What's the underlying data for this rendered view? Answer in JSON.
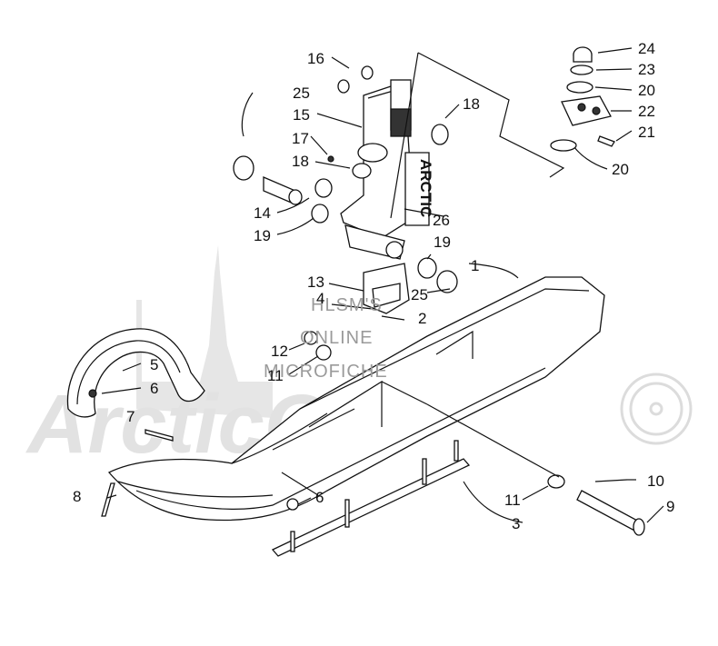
{
  "watermark": {
    "brand": "ArcticCat",
    "overlay_lines": [
      "HLSM'S",
      "ONLINE",
      "MICROFICHE"
    ]
  },
  "stamp_text": "ARCTIC",
  "callouts": [
    {
      "id": "c1",
      "text": "1"
    },
    {
      "id": "c2",
      "text": "2"
    },
    {
      "id": "c3",
      "text": "3"
    },
    {
      "id": "c4",
      "text": "4"
    },
    {
      "id": "c5",
      "text": "5"
    },
    {
      "id": "c6a",
      "text": "6"
    },
    {
      "id": "c6b",
      "text": "6"
    },
    {
      "id": "c7",
      "text": "7"
    },
    {
      "id": "c8",
      "text": "8"
    },
    {
      "id": "c9",
      "text": "9"
    },
    {
      "id": "c10",
      "text": "10"
    },
    {
      "id": "c11a",
      "text": "11"
    },
    {
      "id": "c11b",
      "text": "11"
    },
    {
      "id": "c12",
      "text": "12"
    },
    {
      "id": "c13",
      "text": "13"
    },
    {
      "id": "c14",
      "text": "14"
    },
    {
      "id": "c15",
      "text": "15"
    },
    {
      "id": "c16",
      "text": "16"
    },
    {
      "id": "c17",
      "text": "17"
    },
    {
      "id": "c18a",
      "text": "18"
    },
    {
      "id": "c18b",
      "text": "18"
    },
    {
      "id": "c19a",
      "text": "19"
    },
    {
      "id": "c19b",
      "text": "19"
    },
    {
      "id": "c20a",
      "text": "20"
    },
    {
      "id": "c20b",
      "text": "20"
    },
    {
      "id": "c21",
      "text": "21"
    },
    {
      "id": "c22",
      "text": "22"
    },
    {
      "id": "c23",
      "text": "23"
    },
    {
      "id": "c24",
      "text": "24"
    },
    {
      "id": "c25a",
      "text": "25"
    },
    {
      "id": "c25b",
      "text": "25"
    },
    {
      "id": "c26",
      "text": "26"
    }
  ]
}
